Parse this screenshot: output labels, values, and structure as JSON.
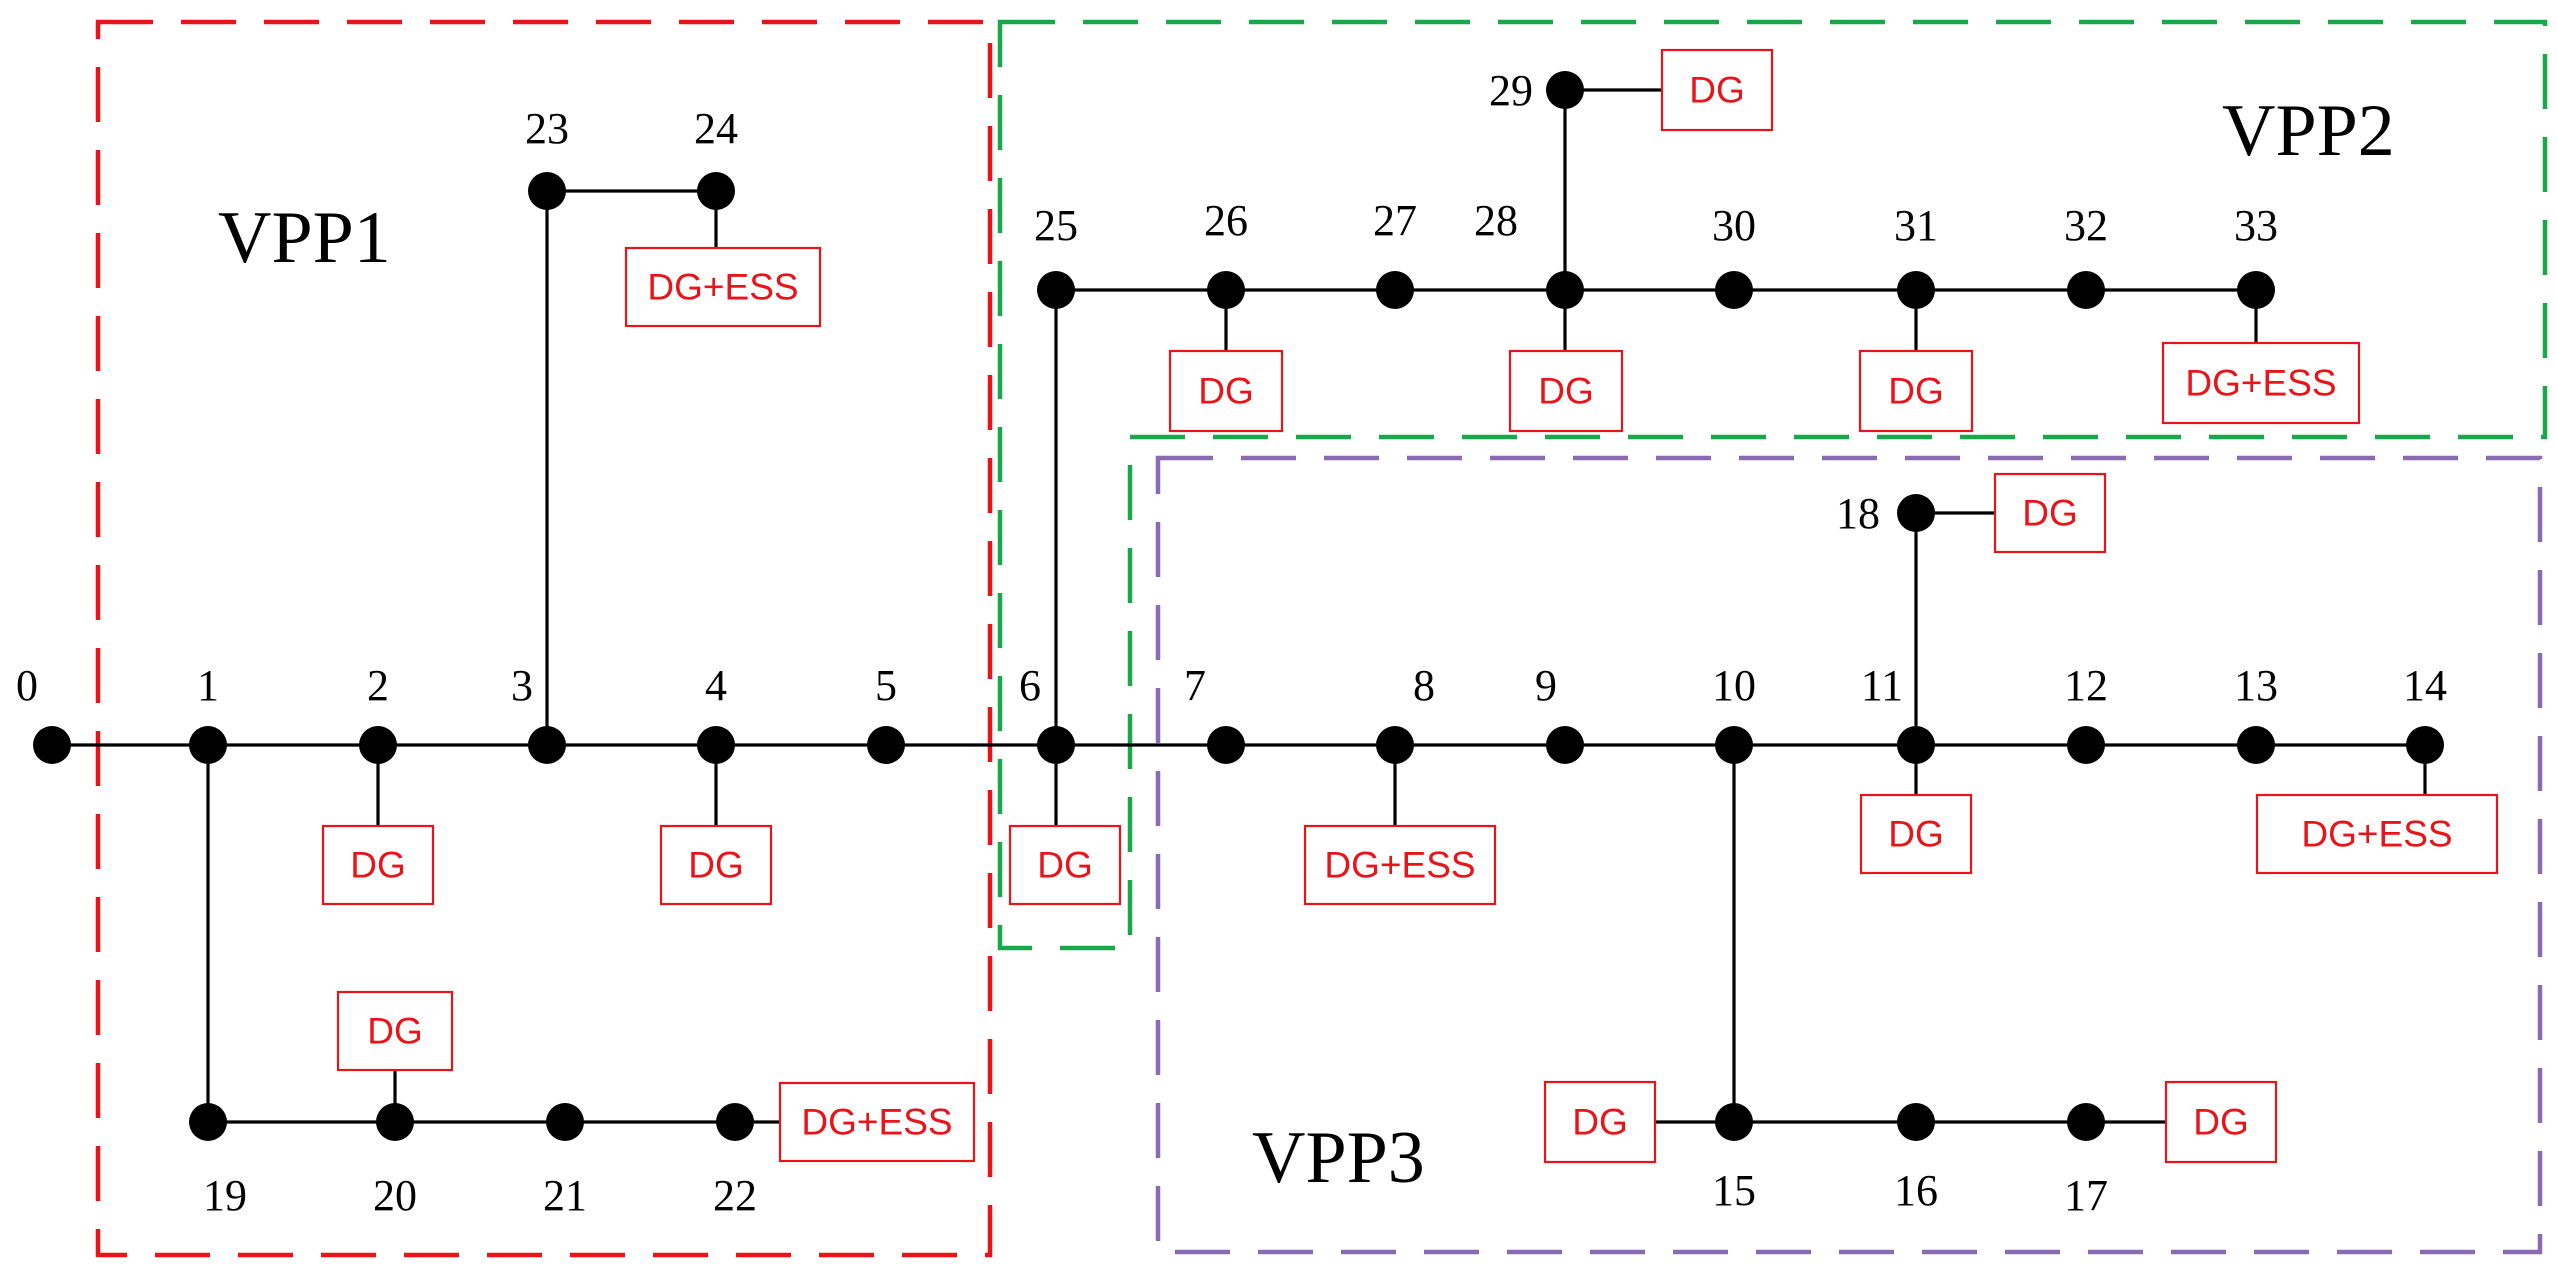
{
  "colors": {
    "vpp1": "#e8141a",
    "vpp2": "#18a84a",
    "vpp3": "#8a6ab3",
    "generator": "#e8141a",
    "line": "#000000"
  },
  "regions": [
    {
      "id": "vpp1",
      "label": "VPP1"
    },
    {
      "id": "vpp2",
      "label": "VPP2"
    },
    {
      "id": "vpp3",
      "label": "VPP3"
    }
  ],
  "nodes": [
    "0",
    "1",
    "2",
    "3",
    "4",
    "5",
    "6",
    "7",
    "8",
    "9",
    "10",
    "11",
    "12",
    "13",
    "14",
    "15",
    "16",
    "17",
    "18",
    "19",
    "20",
    "21",
    "22",
    "23",
    "24",
    "25",
    "26",
    "27",
    "28",
    "29",
    "30",
    "31",
    "32",
    "33"
  ],
  "generators": [
    {
      "node": "2",
      "label": "DG"
    },
    {
      "node": "4",
      "label": "DG"
    },
    {
      "node": "6",
      "label": "DG"
    },
    {
      "node": "8",
      "label": "DG+ESS"
    },
    {
      "node": "11",
      "label": "DG"
    },
    {
      "node": "14",
      "label": "DG+ESS"
    },
    {
      "node": "15",
      "label": "DG"
    },
    {
      "node": "17",
      "label": "DG"
    },
    {
      "node": "18",
      "label": "DG"
    },
    {
      "node": "20",
      "label": "DG"
    },
    {
      "node": "22",
      "label": "DG+ESS"
    },
    {
      "node": "24",
      "label": "DG+ESS"
    },
    {
      "node": "26",
      "label": "DG"
    },
    {
      "node": "28",
      "label": "DG"
    },
    {
      "node": "29",
      "label": "DG"
    },
    {
      "node": "31",
      "label": "DG"
    },
    {
      "node": "33",
      "label": "DG+ESS"
    }
  ]
}
